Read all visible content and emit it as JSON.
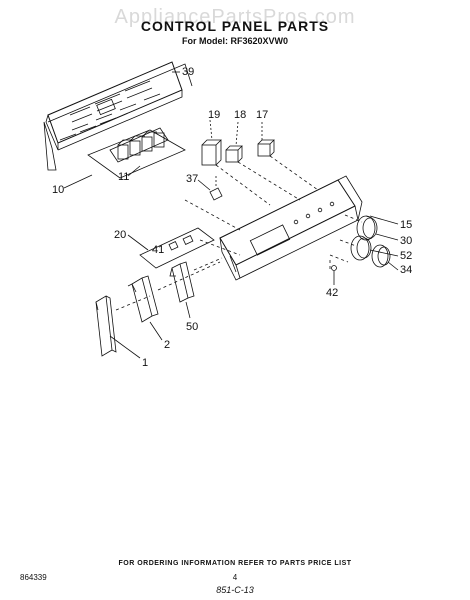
{
  "watermark": "AppliancePartsPros.com",
  "header": {
    "title": "CONTROL PANEL PARTS",
    "model": "For Model: RF3620XVW0"
  },
  "callouts": {
    "c39": "39",
    "c19": "19",
    "c18": "18",
    "c17": "17",
    "c11": "11",
    "c10": "10",
    "c37": "37",
    "c15": "15",
    "c30": "30",
    "c52": "52",
    "c34": "34",
    "c20": "20",
    "c41": "41",
    "c42": "42",
    "c50": "50",
    "c2": "2",
    "c1": "1"
  },
  "footer": {
    "note": "FOR ORDERING INFORMATION REFER TO PARTS PRICE LIST",
    "code": "864339",
    "page": "4",
    "handwritten": "851-C-13"
  }
}
